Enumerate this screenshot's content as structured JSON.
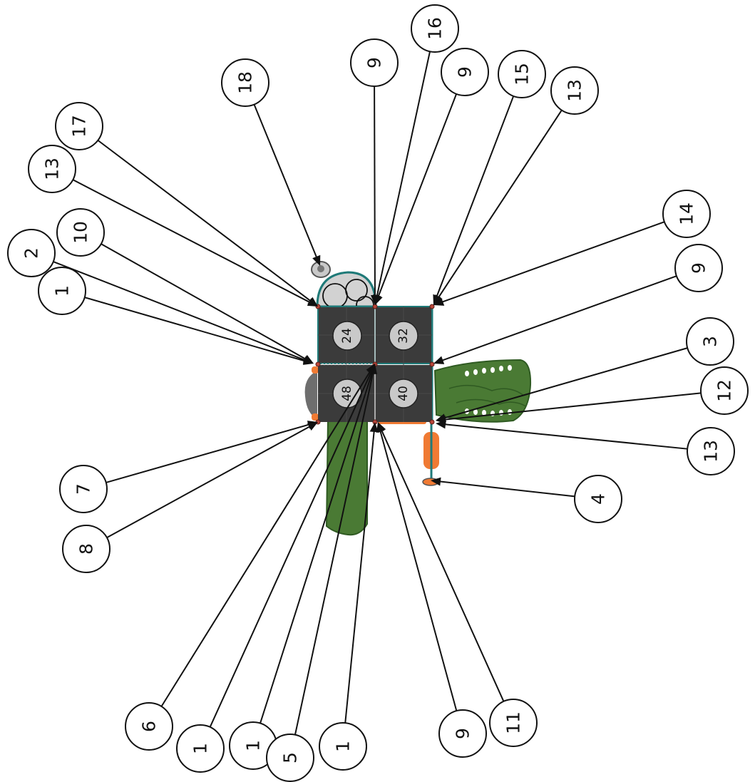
{
  "colors": {
    "deck": "#3b3b3b",
    "deck_grid": "#4a4a4a",
    "deck_badge": "#c9c9c9",
    "slide_green": "#4a7a34",
    "slide_green_dark": "#2f5a22",
    "accent_orange": "#f07a33",
    "teal_rail": "#1f7a78",
    "canopy_grey": "#d2d2d2",
    "callout_line": "#111111",
    "callout_fill": "#ffffff",
    "post_red": "#b9463a"
  },
  "decks": [
    "24",
    "32",
    "48",
    "40"
  ],
  "callouts": [
    "18",
    "17",
    "13",
    "10",
    "2",
    "1",
    "9",
    "16",
    "9",
    "15",
    "13",
    "14",
    "9",
    "3",
    "12",
    "13",
    "4",
    "7",
    "8",
    "6",
    "1",
    "1",
    "5",
    "1",
    "9",
    "11"
  ]
}
